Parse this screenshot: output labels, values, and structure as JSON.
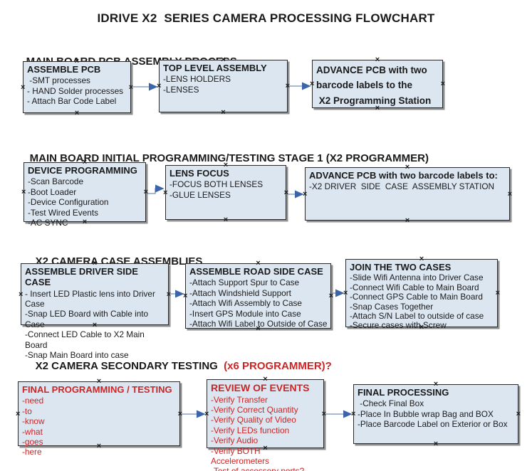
{
  "title": "IDRIVE X2  SERIES CAMERA PROCESSING FLOWCHART",
  "colors": {
    "box_fill": "#dce6f1",
    "box_border": "#2a2a2a",
    "red": "#cc2525",
    "arrow_line": "#8ca3c2",
    "arrow_head": "#3c64a8",
    "text": "#1a1a1a"
  },
  "sections": [
    {
      "header": "MAIN BOARD PCB ASSEMBLY PROCESS",
      "boxes": [
        {
          "title": "ASSEMBLE PCB",
          "items": [
            " -SMT processes",
            "- HAND Solder processes",
            "- Attach Bar Code Label"
          ]
        },
        {
          "title": "TOP LEVEL ASSEMBLY",
          "items": [
            "-LENS HOLDERS",
            "-LENSES"
          ]
        },
        {
          "title": "ADVANCE PCB with two\nbarcode labels to the\n X2 Programming Station",
          "items": []
        }
      ]
    },
    {
      "header": "MAIN BOARD INITIAL PROGRAMMING/TESTING STAGE 1 (X2 PROGRAMMER)",
      "boxes": [
        {
          "title": "DEVICE PROGRAMMING",
          "items": [
            "-Scan Barcode",
            "-Boot Loader",
            "-Device Configuration",
            "-Test Wired Events",
            "-AC SYNC"
          ]
        },
        {
          "title": "LENS FOCUS",
          "items": [
            "-FOCUS BOTH LENSES",
            "-GLUE LENSES"
          ]
        },
        {
          "title": "ADVANCE PCB with two barcode labels to:",
          "items": [
            "-X2 DRIVER  SIDE  CASE  ASSEMBLY STATION"
          ]
        }
      ]
    },
    {
      "header": "X2 CAMERA CASE ASSEMBLIES",
      "boxes": [
        {
          "title": "ASSEMBLE DRIVER SIDE CASE",
          "items": [
            "- Insert LED Plastic lens into Driver Case",
            "-Snap LED Board with Cable into Case",
            "-Connect LED Cable to X2 Main Board",
            "-Snap Main Board into case"
          ]
        },
        {
          "title": "ASSEMBLE ROAD SIDE CASE",
          "items": [
            "-Attach Support Spur to Case",
            "-Attach Windshield Support",
            "-Attach Wifi Assembly to Case",
            "-Insert GPS Module into Case",
            "-Attach Wifi Label to Outside of Case"
          ]
        },
        {
          "title": "JOIN THE TWO CASES",
          "items": [
            "-Slide Wifi Antenna into Driver Case",
            "-Connect Wifi Cable to Main Board",
            "-Connect GPS Cable to Main Board",
            "-Snap Cases Together",
            "-Attach S/N Label to outside of case",
            "-Secure cases with Screw"
          ]
        }
      ]
    },
    {
      "header": "X2 CAMERA SECONDARY TESTING ",
      "header_red": " (x6 PROGRAMMER)?",
      "boxes": [
        {
          "title": "FINAL PROGRAMMING / TESTING",
          "items": [
            "-need",
            "-to",
            "-know",
            "-what",
            "-goes",
            "-here"
          ]
        },
        {
          "title": "REVIEW OF EVENTS",
          "items": [
            "-Verify Transfer",
            "-Verify Correct Quantity",
            "-Verify Quality of Video",
            "-Verify LEDs function",
            "-Verify Audio",
            "-Verify BOTH Accelerometers",
            "-Test of accessory ports?"
          ]
        },
        {
          "title": "FINAL PROCESSING",
          "items": [
            " -Check Final Box",
            "-Place In Bubble wrap Bag and BOX",
            "-Place Barcode Label on Exterior or Box"
          ]
        }
      ]
    }
  ]
}
